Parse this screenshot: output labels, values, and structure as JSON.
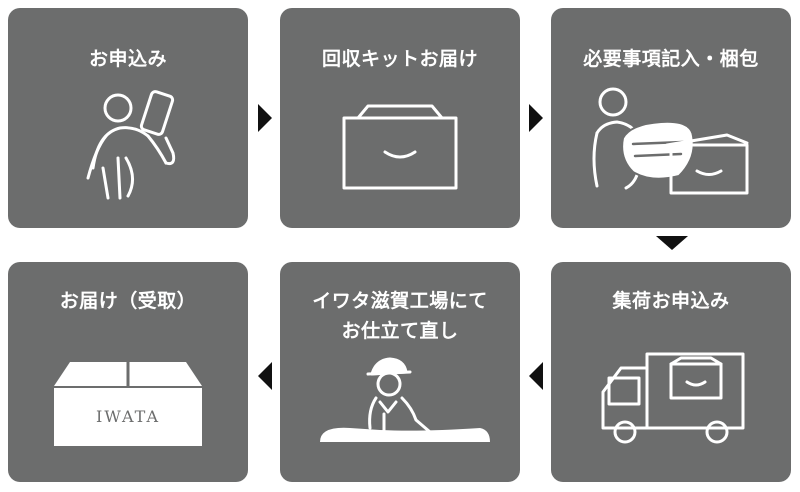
{
  "steps": [
    {
      "title": "お申込み",
      "icon": "person-with-phone-icon"
    },
    {
      "title": "回収キットお届け",
      "icon": "box-icon"
    },
    {
      "title": "必要事項記入・梱包",
      "icon": "person-packing-icon"
    },
    {
      "title": "集荷お申込み",
      "icon": "truck-icon"
    },
    {
      "title_line1": "イワタ滋賀工場にて",
      "title_line2": "お仕立て直し",
      "icon": "worker-futon-icon"
    },
    {
      "title": "お届け（受取）",
      "box_label": "IWATA",
      "icon": "delivered-box-icon"
    }
  ],
  "colors": {
    "card": "#6c6d6d",
    "arrow": "#111111",
    "line": "#ffffff"
  }
}
